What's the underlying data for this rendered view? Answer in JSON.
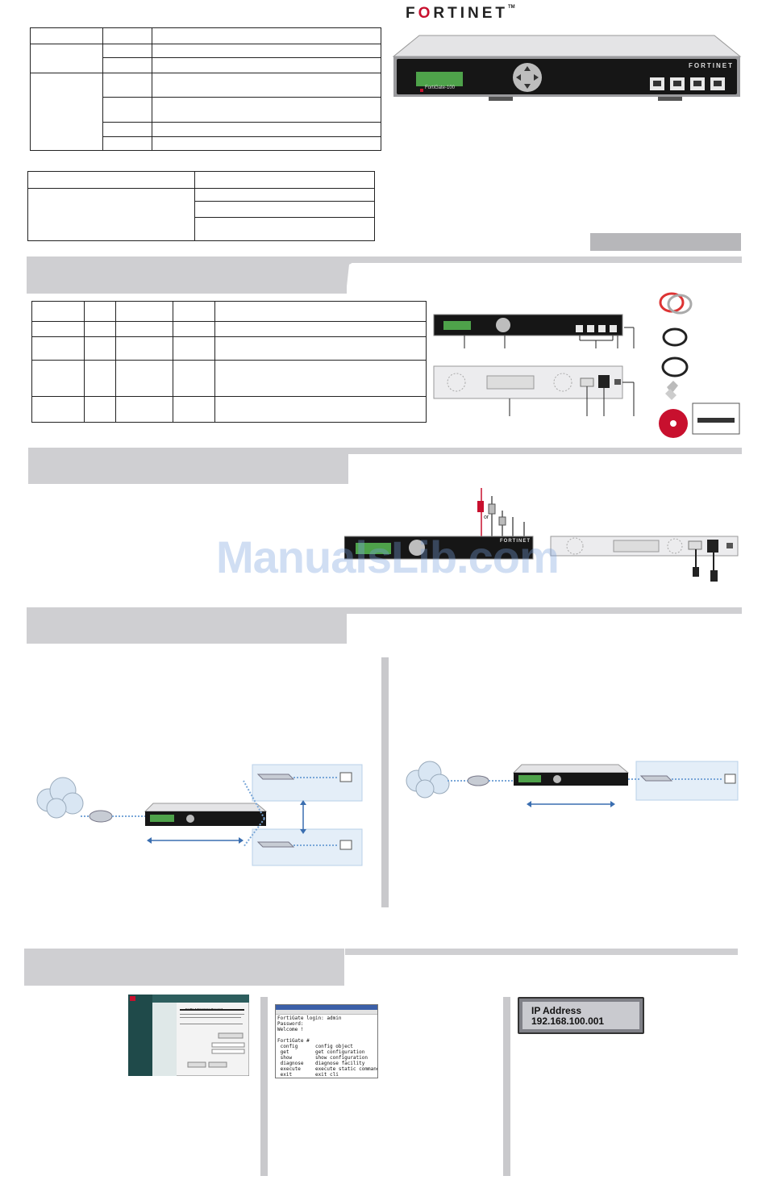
{
  "brand": {
    "logo_text_a": "F",
    "logo_text_r": "O",
    "logo_text_b": "RTINET",
    "trademark": "TM",
    "accent_color": "#c8102e"
  },
  "device": {
    "front_brand": "FORTINET",
    "model_label": "FortiGate-100"
  },
  "watermark": "ManualsLib.com",
  "cable_label_or": "or",
  "lcd_screen": {
    "line1": "IP Address",
    "line2": "192.168.100.001"
  },
  "cli_window": {
    "lines": [
      "FortiGate login: admin",
      "Password:",
      "Welcome !",
      "",
      "FortiGate #",
      " config      config object",
      " get         get configuration",
      " show        show configuration",
      " diagnose    diagnose facility",
      " execute     execute static commands",
      " exit        exit cli",
      "",
      "FortiGate #"
    ]
  },
  "web_ui": {
    "dialog_title": "Set The Administrator Password"
  },
  "icons": [
    "internet-cloud-icon",
    "router-icon",
    "switch-icon",
    "pc-icon",
    "cable-icon",
    "cd-icon",
    "power-cord-icon"
  ]
}
